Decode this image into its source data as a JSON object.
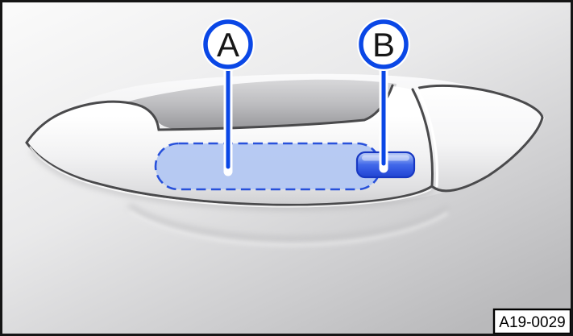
{
  "figure": {
    "code_label": "A19-0029",
    "callouts": {
      "a": "A",
      "b": "B"
    }
  },
  "colors": {
    "accent_blue": "#0a47e6",
    "region_fill": "#b4c8f3",
    "region_stroke": "#1e49da",
    "button_blue": "#3f68e8",
    "outline_dark": "#4a4a4c",
    "background_light": "#fbfbfb",
    "background_dark": "#b9b9bb"
  }
}
